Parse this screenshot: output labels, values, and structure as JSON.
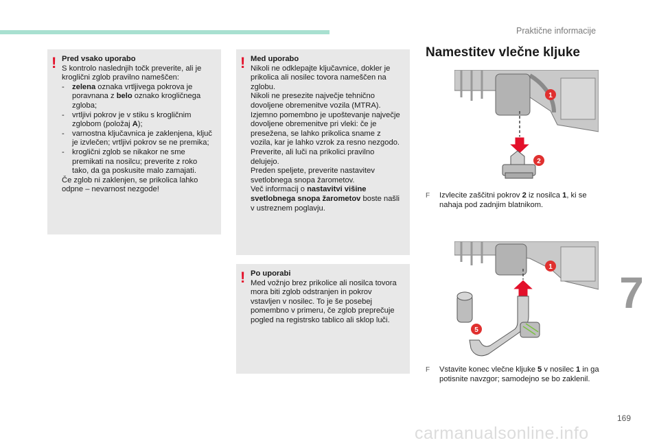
{
  "header": {
    "section_title": "Praktične informacije",
    "chapter_number": "7"
  },
  "box1": {
    "title": "Pred vsako uporabo",
    "intro": "S kontrolo naslednjih točk preverite, ali je kroglični zglob pravilno nameščen:",
    "items": [
      {
        "pre": "",
        "bold1": "zelena",
        "mid": " oznaka vrtljivega pokrova je poravnana z ",
        "bold2": "belo",
        "post": " oznako krogličnega zgloba;"
      },
      {
        "pre": "vrtljivi pokrov je v stiku s krogličnim zglobom (položaj ",
        "bold1": "A",
        "mid": ");",
        "bold2": "",
        "post": ""
      },
      {
        "pre": "varnostna ključavnica je zaklenjena, ključ je izvlečen; vrtljivi pokrov se ne premika;",
        "bold1": "",
        "mid": "",
        "bold2": "",
        "post": ""
      },
      {
        "pre": "kroglični zglob se nikakor ne sme premikati na nosilcu; preverite z roko tako, da ga poskusite malo zamajati.",
        "bold1": "",
        "mid": "",
        "bold2": "",
        "post": ""
      }
    ],
    "dash": "-",
    "outro": "Če zglob ni zaklenjen, se prikolica lahko odpne – nevarnost nezgode!"
  },
  "box2": {
    "title": "Med uporabo",
    "p1": "Nikoli ne odklepajte ključavnice, dokler je prikolica ali nosilec tovora nameščen na zglobu.",
    "p2": "Nikoli ne presezite največje tehnično dovoljene obremenitve vozila (MTRA). Izjemno pomembno je upoštevanje največje dovoljene obremenitve pri vleki: če je presežena, se lahko prikolica sname z vozila, kar je lahko vzrok za resno nezgodo.",
    "p3": "Preverite, ali luči na prikolici pravilno delujejo.",
    "p4": "Preden speljete, preverite nastavitev svetlobnega snopa žarometov.",
    "p5_pre": "Več informacij o ",
    "p5_bold": "nastavitvi višine svetlobnega snopa žarometov",
    "p5_post": " boste našli v ustreznem poglavju."
  },
  "box3": {
    "title": "Po uporabi",
    "body": "Med vožnjo brez prikolice ali nosilca tovora mora biti zglob odstranjen in pokrov vstavljen v nosilec. To je še posebej pomembno v primeru, če zglob preprečuje pogled na registrsko tablico ali sklop luči."
  },
  "right": {
    "heading": "Namestitev vlečne kljuke",
    "fig1_labels": {
      "a": "1",
      "b": "2"
    },
    "fig2_labels": {
      "a": "1",
      "b": "5"
    },
    "instr1_pre": "Izvlecite zaščitni pokrov ",
    "instr1_b1": "2",
    "instr1_mid": " iz nosilca ",
    "instr1_b2": "1",
    "instr1_post": ", ki se nahaja pod zadnjim blatnikom.",
    "instr2_pre": "Vstavite konec vlečne kljuke ",
    "instr2_b1": "5",
    "instr2_mid": " v nosilec ",
    "instr2_b2": "1",
    "instr2_post": " in ga potisnite navzgor; samodejno se bo zaklenil.",
    "bullet": "F"
  },
  "footer": {
    "page_number": "169",
    "watermark": "carmanualsonline.info"
  },
  "colors": {
    "accent": "#a8e0d0",
    "warning": "#e3102a",
    "badge": "#e0302f",
    "box": "#e8e8e8"
  }
}
